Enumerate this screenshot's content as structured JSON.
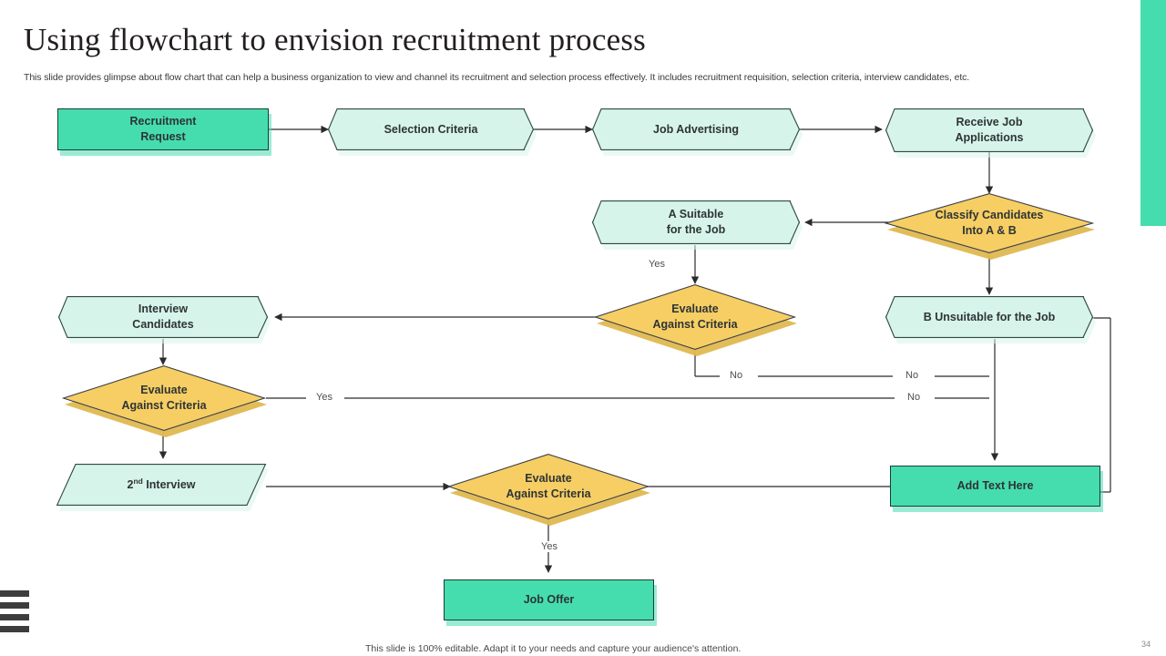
{
  "slide": {
    "title": "Using flowchart to envision recruitment process",
    "subtitle": "This slide provides glimpse about flow chart that can help a business organization to view and channel its recruitment and selection process effectively. It includes recruitment requisition, selection criteria, interview candidates, etc.",
    "footer_note": "This slide is 100% editable. Adapt it to your needs and capture your audience's attention.",
    "page_number": "34",
    "accent_color": "#45DDAE"
  },
  "palette": {
    "teal_fill": "#45DDAE",
    "mint_fill": "#D7F4EA",
    "gold_fill": "#F6CE63",
    "gold_shadow": "#E0B84F",
    "outline": "#2f4a42",
    "text": "#2e3436"
  },
  "chart_data": {
    "type": "diagram",
    "title": "Recruitment process flowchart",
    "nodes": [
      {
        "id": "recruitment-request",
        "label": "Recruitment\nRequest",
        "shape": "rectangle",
        "fill": "#45DDAE"
      },
      {
        "id": "selection-criteria",
        "label": "Selection Criteria",
        "shape": "hexagon",
        "fill": "#D7F4EA"
      },
      {
        "id": "job-advertising",
        "label": "Job Advertising",
        "shape": "hexagon",
        "fill": "#D7F4EA"
      },
      {
        "id": "receive-job-applications",
        "label": "Receive Job\nApplications",
        "shape": "hexagon",
        "fill": "#D7F4EA"
      },
      {
        "id": "classify-candidates",
        "label": "Classify Candidates\nInto A & B",
        "shape": "diamond",
        "fill": "#F6CE63"
      },
      {
        "id": "a-suitable",
        "label": "A Suitable\nfor the Job",
        "shape": "hexagon",
        "fill": "#D7F4EA"
      },
      {
        "id": "b-unsuitable",
        "label": "B Unsuitable for the Job",
        "shape": "hexagon",
        "fill": "#D7F4EA"
      },
      {
        "id": "evaluate-1",
        "label": "Evaluate\nAgainst Criteria",
        "shape": "diamond",
        "fill": "#F6CE63"
      },
      {
        "id": "interview-candidates",
        "label": "Interview\nCandidates",
        "shape": "hexagon",
        "fill": "#D7F4EA"
      },
      {
        "id": "evaluate-2",
        "label": "Evaluate\nAgainst Criteria",
        "shape": "diamond",
        "fill": "#F6CE63"
      },
      {
        "id": "second-interview",
        "label": "2nd Interview",
        "shape": "parallelogram",
        "fill": "#D7F4EA"
      },
      {
        "id": "evaluate-3",
        "label": "Evaluate\nAgainst Criteria",
        "shape": "diamond",
        "fill": "#F6CE63"
      },
      {
        "id": "add-text-here",
        "label": "Add Text Here",
        "shape": "rectangle",
        "fill": "#45DDAE"
      },
      {
        "id": "job-offer",
        "label": "Job Offer",
        "shape": "rectangle",
        "fill": "#45DDAE"
      }
    ],
    "edges": [
      {
        "from": "recruitment-request",
        "to": "selection-criteria",
        "label": ""
      },
      {
        "from": "selection-criteria",
        "to": "job-advertising",
        "label": ""
      },
      {
        "from": "job-advertising",
        "to": "receive-job-applications",
        "label": ""
      },
      {
        "from": "receive-job-applications",
        "to": "classify-candidates",
        "label": ""
      },
      {
        "from": "classify-candidates",
        "to": "a-suitable",
        "label": ""
      },
      {
        "from": "classify-candidates",
        "to": "b-unsuitable",
        "label": ""
      },
      {
        "from": "a-suitable",
        "to": "evaluate-1",
        "label": "Yes"
      },
      {
        "from": "evaluate-1",
        "to": "interview-candidates",
        "label": ""
      },
      {
        "from": "evaluate-1",
        "to": "add-text-here",
        "label": "No"
      },
      {
        "from": "b-unsuitable",
        "to": "add-text-here",
        "label": "No"
      },
      {
        "from": "interview-candidates",
        "to": "evaluate-2",
        "label": ""
      },
      {
        "from": "evaluate-2",
        "to": "add-text-here",
        "label": "No"
      },
      {
        "from": "evaluate-2",
        "to": "second-interview",
        "label": "Yes"
      },
      {
        "from": "second-interview",
        "to": "evaluate-3",
        "label": ""
      },
      {
        "from": "evaluate-3",
        "to": "add-text-here",
        "label": ""
      },
      {
        "from": "evaluate-3",
        "to": "job-offer",
        "label": "Yes"
      }
    ]
  },
  "nodes": {
    "recruitment_request_line1": "Recruitment",
    "recruitment_request_line2": "Request",
    "selection_criteria": "Selection Criteria",
    "job_advertising": "Job Advertising",
    "receive_job_line1": "Receive Job",
    "receive_job_line2": "Applications",
    "classify_line1": "Classify Candidates",
    "classify_line2": "Into A & B",
    "a_suitable_line1": "A Suitable",
    "a_suitable_line2": "for the Job",
    "b_unsuitable": "B Unsuitable for the Job",
    "evaluate_line1": "Evaluate",
    "evaluate_line2": "Against Criteria",
    "interview_line1": "Interview",
    "interview_line2": "Candidates",
    "second_interview_num": "2",
    "second_interview_sup": "nd",
    "second_interview_word": "Interview",
    "add_text_here": "Add Text Here",
    "job_offer": "Job Offer"
  },
  "edge_labels": {
    "yes_a_suitable": "Yes",
    "yes_left_eval": "Yes",
    "yes_bottom_eval": "Yes",
    "no_mid": "No",
    "no_upper_right": "No",
    "no_lower_right": "No"
  }
}
